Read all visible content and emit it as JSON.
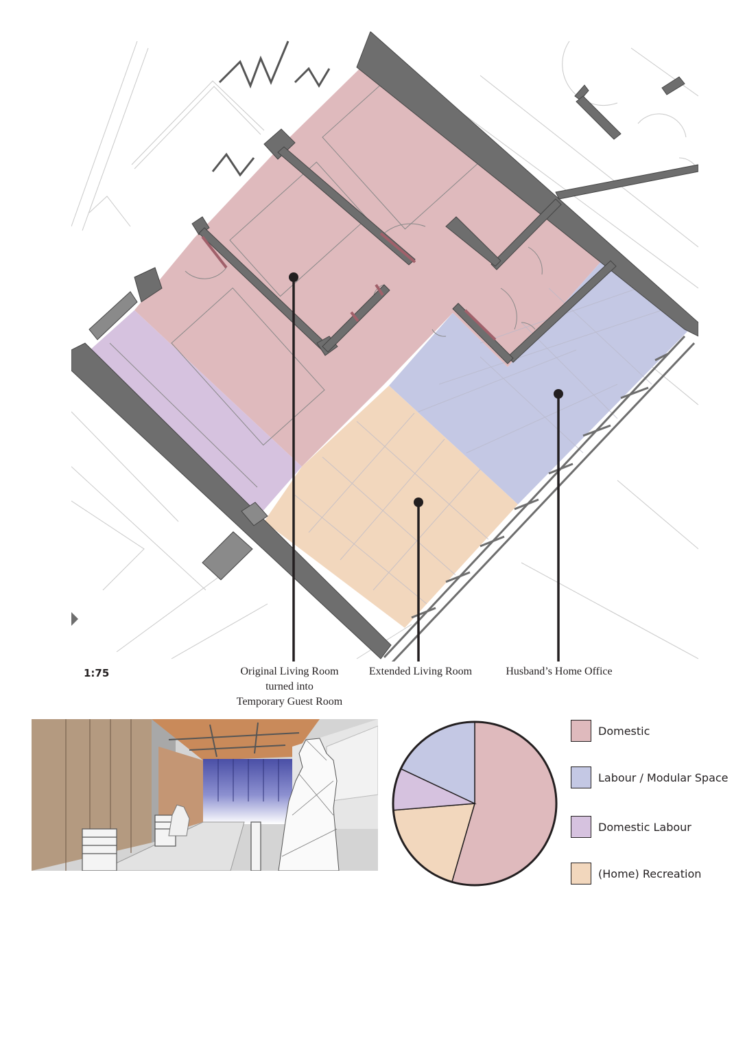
{
  "plan": {
    "scale_label": "1:75",
    "callouts": [
      {
        "id": "original-living-room",
        "lines": [
          "Original Living Room",
          "turned into",
          "Temporary Guest Room"
        ]
      },
      {
        "id": "extended-living-room",
        "lines": [
          "Extended Living Room"
        ]
      },
      {
        "id": "home-office",
        "lines": [
          "Husband’s Home Office"
        ]
      }
    ]
  },
  "colors": {
    "domestic": "#dfbabd",
    "labour": "#c4c8e4",
    "domestic_labour": "#d6c2df",
    "recreation": "#f2d7bd",
    "wall": "#6e6e6e",
    "ink": "#231f20"
  },
  "legend": [
    {
      "label": "Domestic",
      "color": "#dfbabd"
    },
    {
      "label": "Labour / Modular Space",
      "color": "#c4c8e4"
    },
    {
      "label": "Domestic Labour",
      "color": "#d6c2df"
    },
    {
      "label": "(Home) Recreation",
      "color": "#f2d7bd"
    }
  ],
  "chart_data": {
    "type": "pie",
    "slices": [
      {
        "label": "Domestic",
        "value": 54.5,
        "color": "#dfbabd"
      },
      {
        "label": "(Home) Recreation",
        "value": 19.2,
        "color": "#f2d7bd"
      },
      {
        "label": "Domestic Labour",
        "value": 8.3,
        "color": "#d6c2df"
      },
      {
        "label": "Labour / Modular Space",
        "value": 18.0,
        "color": "#c4c8e4"
      }
    ],
    "start_angle_deg": 0,
    "legend_position": "right"
  }
}
